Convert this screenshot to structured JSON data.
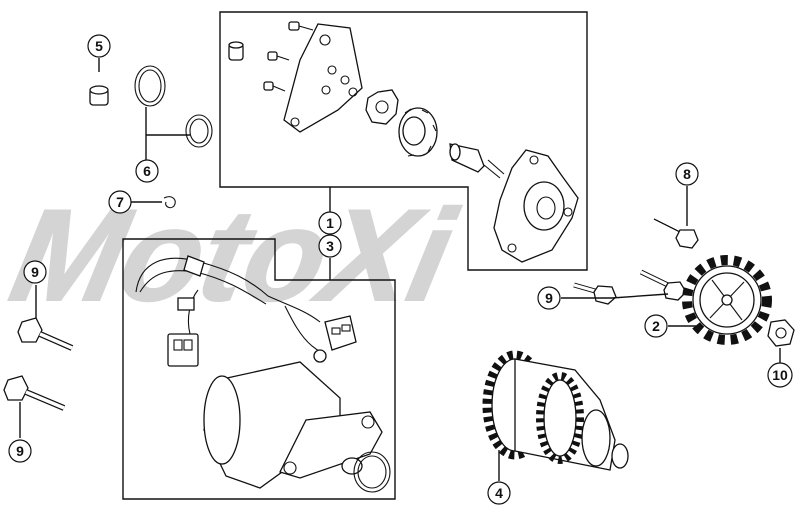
{
  "watermark": {
    "text": "MotoXi",
    "color": "#cfcfcf"
  },
  "callouts": {
    "c1": "1",
    "c2": "2",
    "c3": "3",
    "c4": "4",
    "c5": "5",
    "c6": "6",
    "c7": "7",
    "c8": "8",
    "c9a": "9",
    "c9b": "9",
    "c9c": "9",
    "c10": "10"
  },
  "parts": [
    {
      "ref": "1",
      "name": "starter-bracket-assembly"
    },
    {
      "ref": "2",
      "name": "starter-sprocket-gear"
    },
    {
      "ref": "3",
      "name": "starter-motor-assembly"
    },
    {
      "ref": "4",
      "name": "starter-clutch-drive"
    },
    {
      "ref": "5",
      "name": "dowel-pin"
    },
    {
      "ref": "6",
      "name": "o-rings"
    },
    {
      "ref": "7",
      "name": "clip"
    },
    {
      "ref": "8",
      "name": "flange-bolt"
    },
    {
      "ref": "9",
      "name": "flange-bolt"
    },
    {
      "ref": "10",
      "name": "flange-nut"
    }
  ]
}
